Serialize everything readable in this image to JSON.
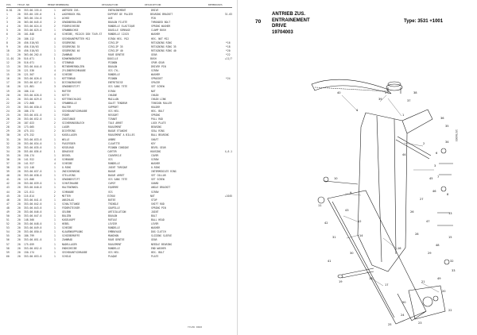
{
  "left_page": {
    "header": [
      "POS",
      "TEILE-NR",
      "MENGE",
      "BENENNUNG",
      "DESIGNATION",
      "DESCRIPTION",
      "BEMERKUNG",
      "ZS"
    ],
    "rows": [
      [
        "0.01",
        "20",
        "353.00.155.0",
        "1",
        "ANTRIEB ZUS.",
        "ENTRAINEMENT",
        "DRIVE",
        "",
        ""
      ],
      [
        "1",
        "20",
        "353.00.155.0",
        "1",
        "LAGERBOCK RDL",
        "SUPPORT DE PALIER",
        "BEARING BRACKET",
        "",
        "31-03"
      ],
      [
        "2",
        "20",
        "363.00.154.0",
        "1",
        "ACHSE",
        "AXE",
        "PIN",
        "",
        ""
      ],
      [
        "3",
        "20",
        "363.00.045.0",
        "2",
        "GEWINDEBOLZEN",
        "BOULON FILETE",
        "THREADED BOLT",
        "",
        ""
      ],
      [
        "4",
        "20",
        "353.00.024.0",
        "2",
        "FEDERSCHEIBE",
        "RONDELLE ELASTIQUE",
        "SPRING WASHER",
        "",
        ""
      ],
      [
        "5",
        "20",
        "353.00.025.0",
        "1",
        "SPANNBUCHSE",
        "DOUILLE SERRAGE",
        "CLAMP BUSH",
        "",
        ""
      ],
      [
        "6",
        "20",
        "101.848",
        "4",
        "SCHEIBE, M12X25 DIN 7349-ST",
        "RONDELLE 12X25",
        "WASHER",
        "",
        ""
      ],
      [
        "7",
        "20",
        "186.112",
        "4",
        "SECHSKANTMUTTER M12",
        "ECROU HEX. M12",
        "HEX. NUT M12",
        "",
        ""
      ],
      [
        "8",
        "20",
        "456.510/03",
        "1",
        "SEGERRING",
        "CIRCLIP",
        "RETAINING RING",
        "",
        "*16"
      ],
      [
        "9",
        "20",
        "456.510/03",
        "1",
        "SEGERRING 35",
        "CIRCLIP 35",
        "RETAINING RING 35",
        "",
        "*18"
      ],
      [
        "10",
        "20",
        "456.510/03",
        "1",
        "SEGERRING 40",
        "CIRCLIP 40",
        "RETAINING RING 40",
        "",
        "*20"
      ],
      [
        "11",
        "20",
        "363.00.202.0",
        "1",
        "ZAHNRAD",
        "ROUE DENTEE",
        "GEAR",
        "",
        "*22"
      ],
      [
        "11.01",
        "20",
        "516.071",
        "1",
        "SCHWENKBUCHSE",
        "DOUILLE",
        "BUSH",
        "",
        "+11/7"
      ],
      [
        "12",
        "20",
        "516.071",
        "1",
        "STIRNRAD",
        "PIGNON",
        "SPUR GEAR",
        "",
        ""
      ],
      [
        "13",
        "20",
        "353.00.044.0",
        "1",
        "MITNEHMERBOLZEN",
        "BOULON",
        "DRIVER PIN",
        "",
        ""
      ],
      [
        "14",
        "20",
        "121.530",
        "4",
        "ZYLINDERSCHRAUBE",
        "VIS CYL.",
        "SCREW",
        "",
        ""
      ],
      [
        "15",
        "20",
        "121.507",
        "4",
        "SCHEIBE",
        "RONDELLE",
        "WASHER",
        "",
        ""
      ],
      [
        "16",
        "20",
        "353.00.026.0",
        "1",
        "KETTENRAD",
        "PIGNON",
        "SPROCKET",
        "",
        "*24"
      ],
      [
        "17",
        "20",
        "353.00.027.0",
        "1",
        "DISTANZBUCHSE",
        "ENTRETOISE",
        "SPACER",
        "",
        ""
      ],
      [
        "18",
        "20",
        "121.881",
        "3",
        "GEWINDESTIFT",
        "VIS SANS TETE",
        "SET SCREW",
        "",
        ""
      ],
      [
        "19",
        "20",
        "186.114",
        "1",
        "MUTTER",
        "ECROU",
        "NUT",
        "",
        ""
      ],
      [
        "20",
        "20",
        "353.00.028.0",
        "1",
        "KETTE",
        "CHAINE",
        "CHAIN",
        "",
        ""
      ],
      [
        "21",
        "20",
        "353.00.029.0",
        "1",
        "KETTENSCHLOSS",
        "MAILLON",
        "CHAIN LINK",
        "",
        ""
      ],
      [
        "22",
        "20",
        "172.868",
        "1",
        "SPANNROLLE",
        "GALET TENDEUR",
        "TENSION ROLLER",
        "",
        ""
      ],
      [
        "23",
        "20",
        "353.00.030.0",
        "1",
        "HALTER",
        "SUPPORT",
        "HOLDER",
        "",
        ""
      ],
      [
        "24",
        "20",
        "186.174",
        "1",
        "SECHSKANTSCHRAUBE",
        "VIS HEX.",
        "HEX. BOLT",
        "",
        ""
      ],
      [
        "25",
        "20",
        "353.00.031.0",
        "1",
        "FEDER",
        "RESSORT",
        "SPRING",
        "",
        ""
      ],
      [
        "26",
        "20",
        "353.00.032.0",
        "1",
        "ZUGSTANGE",
        "TIRANT",
        "PULL ROD",
        "",
        ""
      ],
      [
        "27",
        "20",
        "187.023",
        "2",
        "SICHERUNGSBLECH",
        "TOLE ARRET",
        "LOCK PLATE",
        "",
        ""
      ],
      [
        "28",
        "20",
        "173.005",
        "1",
        "LAGER",
        "ROULEMENT",
        "BEARING",
        "",
        ""
      ],
      [
        "29",
        "20",
        "475.151",
        "2",
        "DICHTRING",
        "BAGUE ETANCHE",
        "SEAL RING",
        "",
        ""
      ],
      [
        "30",
        "20",
        "475.252",
        "1",
        "KUGELLAGER",
        "ROULEMENT A BILLES",
        "BALL BEARING",
        "",
        ""
      ],
      [
        "31",
        "20",
        "353.00.033.0",
        "1",
        "WELLE",
        "ARBRE",
        "SHAFT",
        "",
        ""
      ],
      [
        "32",
        "20",
        "353.00.034.0",
        "1",
        "PASSFEDER",
        "CLAVETTE",
        "KEY",
        "",
        ""
      ],
      [
        "33",
        "20",
        "353.00.035.0",
        "1",
        "KEGELRAD",
        "PIGNON CONIQUE",
        "BEVEL GEAR",
        "",
        ""
      ],
      [
        "34",
        "20",
        "353.00.036.0",
        "1",
        "GEHAEUSE",
        "CARTER",
        "HOUSING",
        "",
        "4,6.1"
      ],
      [
        "35",
        "20",
        "150.174",
        "1",
        "DECKEL",
        "COUVERCLE",
        "COVER",
        "",
        ""
      ],
      [
        "36",
        "20",
        "141.922",
        "4",
        "SCHRAUBE",
        "VIS",
        "SCREW",
        "",
        ""
      ],
      [
        "37",
        "20",
        "141.927",
        "4",
        "SCHEIBE",
        "RONDELLE",
        "WASHER",
        "",
        ""
      ],
      [
        "38",
        "20",
        "122.148",
        "1",
        "O-RING",
        "JOINT TORIQUE",
        "O-RING",
        "",
        ""
      ],
      [
        "39",
        "20",
        "353.00.037.0",
        "1",
        "ZWISCHENRING",
        "BAGUE",
        "INTERMEDIATE RING",
        "",
        ""
      ],
      [
        "40",
        "20",
        "353.00.038.0",
        "1",
        "STELLRING",
        "BAGUE ARRET",
        "SET COLLAR",
        "",
        ""
      ],
      [
        "41",
        "20",
        "121.606",
        "1",
        "GEWINDESTIFT",
        "VIS SANS TETE",
        "SET SCREW",
        "",
        ""
      ],
      [
        "42",
        "20",
        "353.00.039.0",
        "1",
        "SCHUTZHAUBE",
        "CAPOT",
        "GUARD",
        "",
        ""
      ],
      [
        "43",
        "20",
        "353.00.040.0",
        "1",
        "HALTEWINKEL",
        "EQUERRE",
        "ANGLE BRACKET",
        "",
        ""
      ],
      [
        "44",
        "20",
        "121.611",
        "2",
        "SCHRAUBE",
        "VIS",
        "SCREW",
        "",
        ""
      ],
      [
        "45",
        "20",
        "116.814",
        "2",
        "MUTTER",
        "ECROU",
        "NUT",
        "",
        "+1045"
      ],
      [
        "46",
        "20",
        "353.00.041.0",
        "1",
        "ANSCHLAG",
        "BUTEE",
        "STOP",
        "",
        ""
      ],
      [
        "47",
        "20",
        "353.00.042.0",
        "1",
        "SCHALTSTANGE",
        "TRINGLE",
        "SHIFT ROD",
        "",
        ""
      ],
      [
        "48",
        "20",
        "353.00.043.0",
        "1",
        "FEDERSTECKER",
        "GOUPILLE",
        "SPRING PIN",
        "",
        ""
      ],
      [
        "49",
        "20",
        "353.00.046.0",
        "1",
        "GELENK",
        "ARTICULATION",
        "JOINT",
        "",
        ""
      ],
      [
        "50",
        "20",
        "353.00.047.0",
        "1",
        "BOLZEN",
        "BOULON",
        "BOLT",
        "",
        ""
      ],
      [
        "51",
        "20",
        "148.566",
        "1",
        "KUGELKOPF",
        "ROTULE",
        "BALL HEAD",
        "",
        ""
      ],
      [
        "52",
        "20",
        "353.00.048.0",
        "1",
        "HEBEL",
        "LEVIER",
        "LEVER",
        "",
        ""
      ],
      [
        "53",
        "20",
        "353.00.049.0",
        "1",
        "SCHEIBE",
        "RONDELLE",
        "WASHER",
        "",
        ""
      ],
      [
        "54",
        "20",
        "353.00.050.0",
        "1",
        "KLAUENKUPPLUNG",
        "EMBRAYAGE",
        "DOG CLUTCH",
        "",
        ""
      ],
      [
        "55",
        "20",
        "186.799",
        "1",
        "SCHIEBEMUFFE",
        "MANCHON",
        "SLIDING SLEEVE",
        "",
        ""
      ],
      [
        "56",
        "20",
        "353.00.051.0",
        "1",
        "ZAHNRAD",
        "ROUE DENTEE",
        "GEAR",
        "",
        ""
      ],
      [
        "57",
        "20",
        "175.059",
        "1",
        "NADELLAGER",
        "ROULEMENT",
        "NEEDLE BEARING",
        "",
        ""
      ],
      [
        "58",
        "20",
        "353.00.052.0",
        "1",
        "ENDSCHEIBE",
        "RONDELLE",
        "END WASHER",
        "",
        ""
      ],
      [
        "59",
        "20",
        "150.174",
        "1",
        "SECHSKANTSCHRAUBE",
        "VIS HEX.",
        "HEX. BOLT",
        "",
        ""
      ],
      [
        "60",
        "20",
        "353.00.053.0",
        "1",
        "SCHILD",
        "PLAQUE",
        "PLATE",
        "",
        ""
      ]
    ],
    "footer": "TYLER 0068"
  },
  "right_page": {
    "section_number": "70",
    "title_lines": [
      "ANTRIEB ZUS.",
      "ENTRAINEMENT",
      "DRIVE",
      "19704003"
    ],
    "type_label": "Type: 3531   +1001",
    "side_code": "19704003",
    "callouts": [
      "1",
      "2",
      "3",
      "4",
      "5",
      "6",
      "7",
      "8",
      "9",
      "10",
      "11",
      "12",
      "13",
      "14",
      "15",
      "16",
      "17",
      "18",
      "19",
      "20",
      "21",
      "22",
      "23",
      "24",
      "25",
      "26",
      "27",
      "28",
      "29",
      "30",
      "31",
      "32",
      "33",
      "34",
      "35",
      "36",
      "37",
      "38",
      "39",
      "40",
      "41",
      "42",
      "43",
      "44",
      "45",
      "46",
      "47",
      "48",
      "49",
      "50"
    ]
  }
}
